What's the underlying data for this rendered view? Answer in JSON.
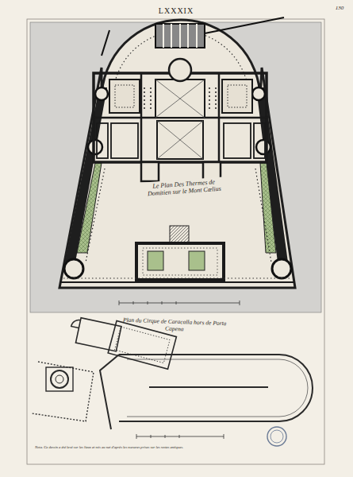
{
  "diagram": {
    "labels": [
      "LXXXIX",
      "130",
      "Le Plan Des Thermes de Domitien sur le Mont Cœlius",
      "Plan du Cirque de Caracalla hors de Porta Capena",
      "Nota. Ce dessin a été levé sur les lieux et mis au net d'après les mesures prises sur les restes antiques."
    ]
  }
}
